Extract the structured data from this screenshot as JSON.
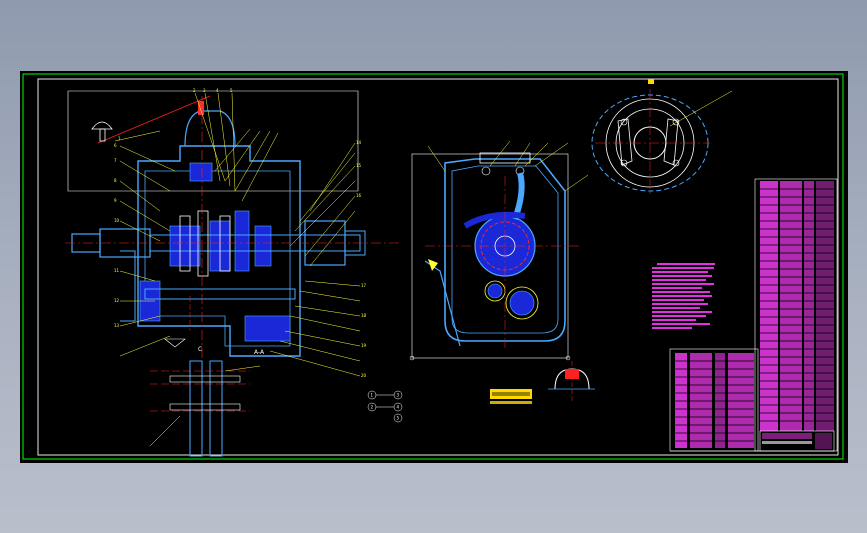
{
  "drawing": {
    "view_label": "",
    "section_labels": [
      "C",
      "A-A"
    ],
    "main_view_part_numbers": [
      "1",
      "2",
      "3",
      "4",
      "5",
      "6",
      "7",
      "8",
      "9",
      "10",
      "11",
      "12",
      "13",
      "14",
      "15",
      "16",
      "17",
      "18",
      "19",
      "20"
    ],
    "balloon_labels": [
      "1",
      "2",
      "3",
      "4",
      "5"
    ],
    "title_block_stamp": ""
  },
  "colors": {
    "background": "#000000",
    "frame": "#ffffff",
    "border": "#00ff00",
    "body_outline": "#4aa8ff",
    "cut_fill": "#1a28d8",
    "gear_line": "#ff3030",
    "center_line": "#ff2020",
    "leader": "#ffff33",
    "text_block": "#ff33ff",
    "title_block": "#cc33cc",
    "highlight": "#00ffff",
    "note_box": "#ffd800"
  }
}
